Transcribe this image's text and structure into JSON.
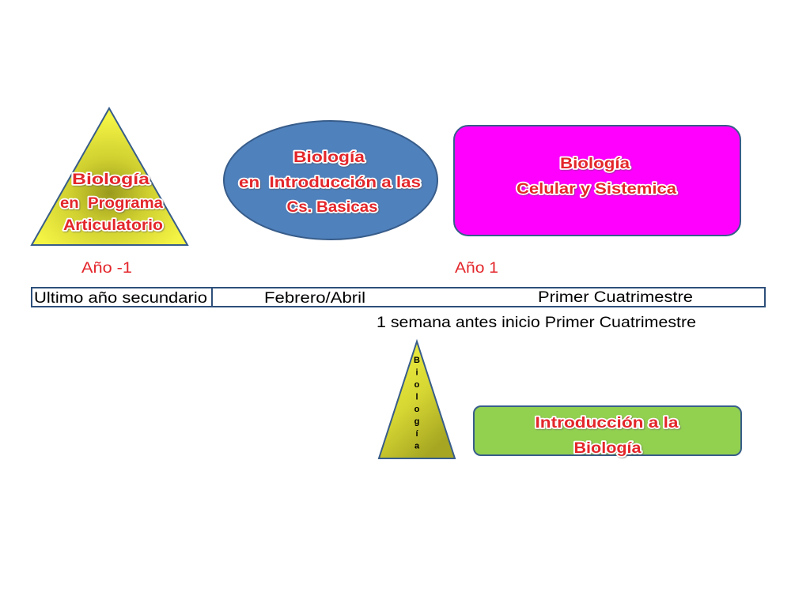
{
  "shapes": {
    "articulatorio_triangle": {
      "lines": [
        "Biología",
        "en  Programa",
        "Articulatorio"
      ]
    },
    "cs_basicas_ellipse": {
      "lines": [
        "Biología",
        "en  Introducción a las",
        "Cs. Basicas"
      ]
    },
    "celular_sistemica_box": {
      "lines": [
        "Biología",
        "Celular y Sistemica"
      ]
    },
    "small_triangle": {
      "vertical_text": "Biología"
    },
    "introduccion_biologia_box": {
      "lines": [
        "Introducción a la",
        "Biología"
      ]
    }
  },
  "year_labels": {
    "year_minus_1": "Año -1",
    "year_1": "Año 1"
  },
  "timeline": {
    "segment_1": "Ultimo año secundario",
    "segment_2": "Febrero/Abril",
    "segment_3": "Primer Cuatrimestre"
  },
  "note": "1 semana antes inicio Primer Cuatrimestre",
  "colors": {
    "shape_text": "#e3262b",
    "year_text": "#e3262b",
    "outline": "#385d8a",
    "ellipse_fill": "#4f81bd",
    "magenta_box_fill": "#ff00ff",
    "green_box_fill": "#92d050",
    "timeline_border": "#2e4f7a"
  }
}
